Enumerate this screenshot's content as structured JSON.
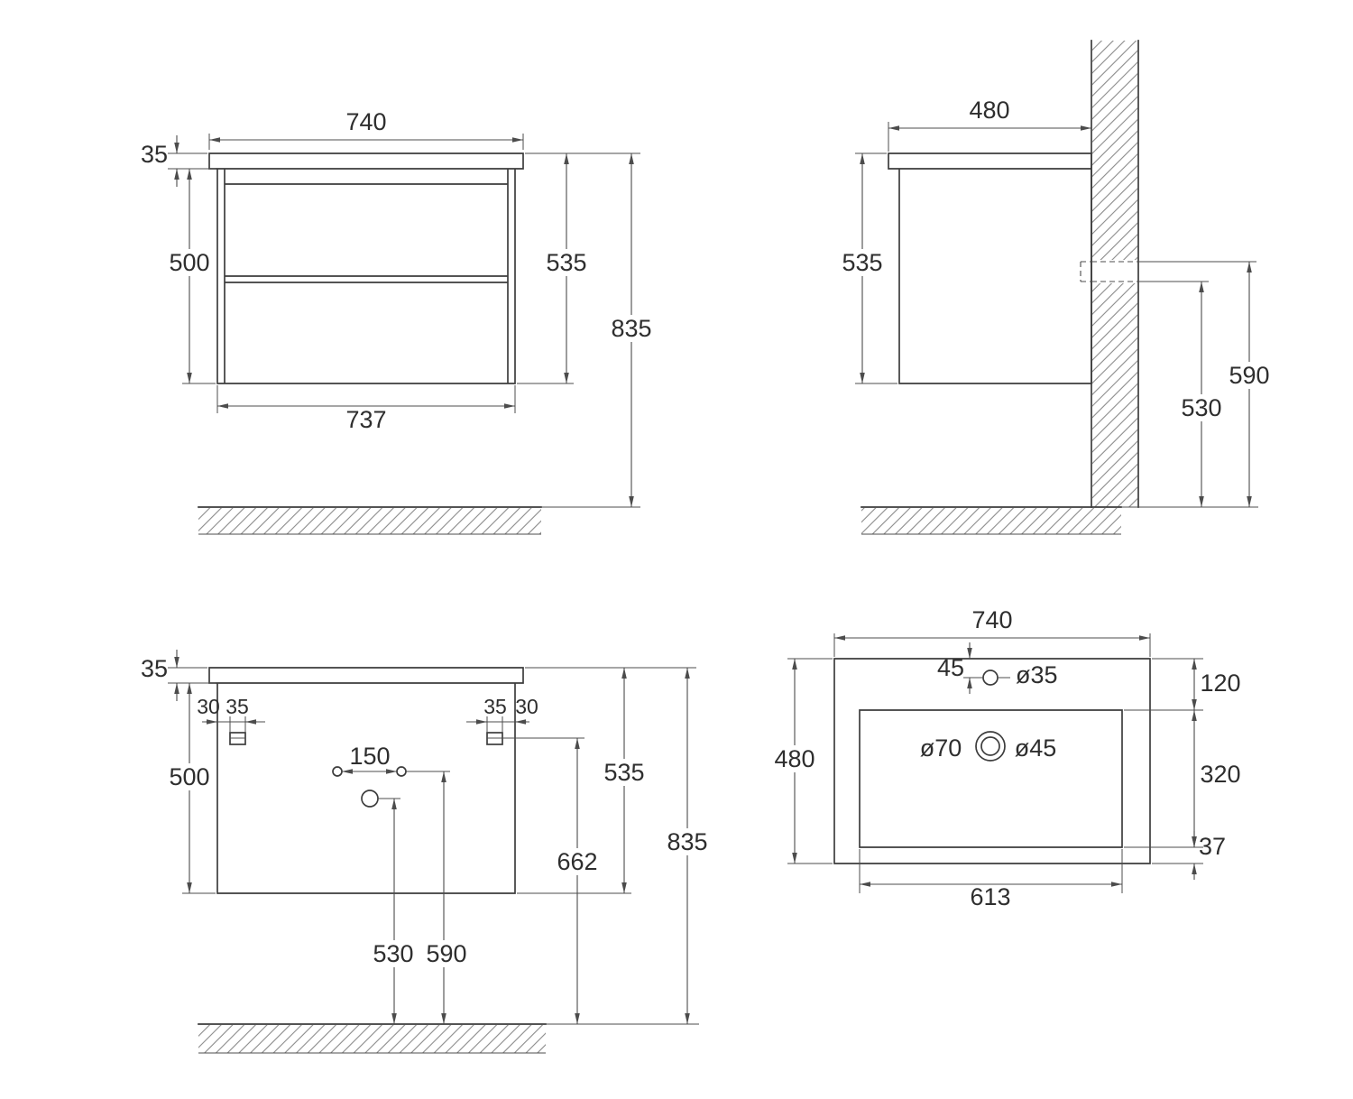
{
  "views": {
    "front": {
      "width": "740",
      "top_thickness": "35",
      "body_height": "500",
      "total_height": "535",
      "height_from_floor": "835",
      "body_width": "737"
    },
    "side": {
      "depth": "480",
      "total_height": "535",
      "upper_rail_height": "590",
      "lower_rail_height": "530"
    },
    "back": {
      "top_thickness": "35",
      "left_edge_offset": "30",
      "left_bracket_width": "35",
      "right_bracket_width": "35",
      "right_edge_offset": "30",
      "hole_spacing": "150",
      "body_height": "500",
      "total_height": "535",
      "bracket_height": "662",
      "height_from_floor": "835",
      "drain_height": "530",
      "holes_height": "590"
    },
    "top": {
      "width": "740",
      "depth": "480",
      "faucet_offset": "45",
      "faucet_hole": "ø35",
      "basin_top_inset": "120",
      "drain_outer": "ø70",
      "drain_inner": "ø45",
      "basin_depth": "320",
      "basin_bottom_inset": "37",
      "basin_width": "613"
    }
  }
}
